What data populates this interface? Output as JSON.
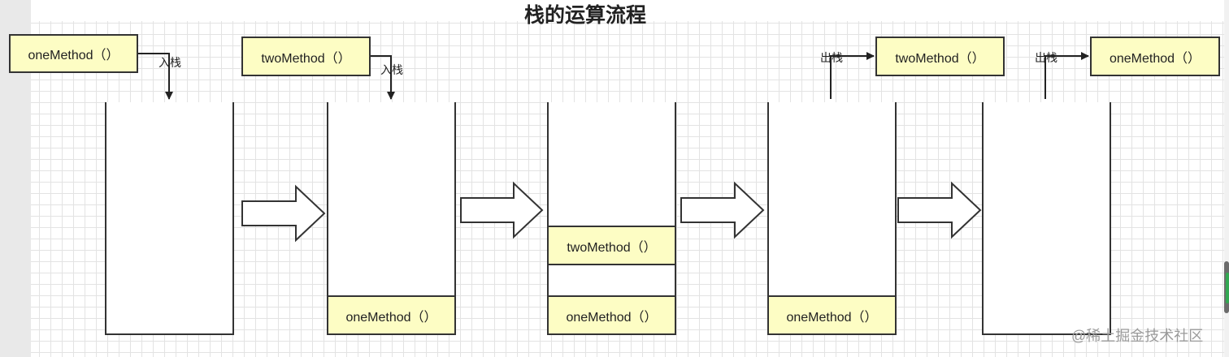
{
  "title": "栈的运算流程",
  "annotations": {
    "push": "入栈",
    "pop": "出栈"
  },
  "boxes": {
    "step1_incoming": "oneMethod（）",
    "step2_incoming": "twoMethod（）",
    "step2_stack_bottom": "oneMethod（）",
    "step3_stack_top": "twoMethod（）",
    "step3_stack_bottom": "oneMethod（）",
    "step4_stack_bottom": "oneMethod（）",
    "step4_outgoing": "twoMethod（）",
    "step5_outgoing": "oneMethod（）"
  },
  "watermark": "@稀土掘金技术社区",
  "colors": {
    "method_fill": "#fdfdc4",
    "stroke": "#333333",
    "grid": "#e3e3e3"
  }
}
